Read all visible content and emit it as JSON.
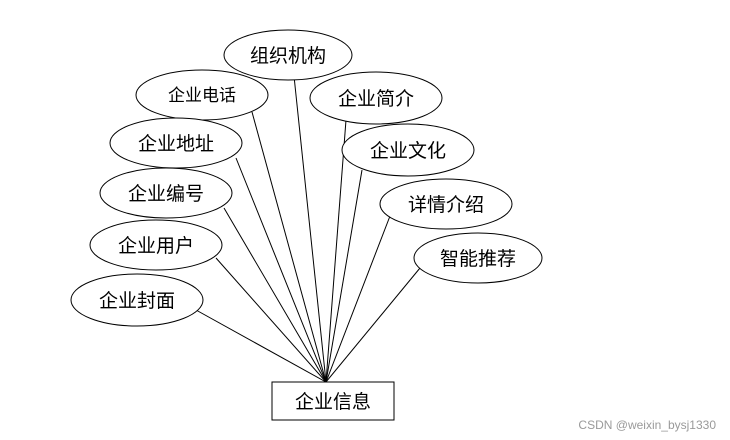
{
  "entity": {
    "label": "企业信息"
  },
  "attributes": [
    {
      "id": "org",
      "label": "组织机构"
    },
    {
      "id": "phone",
      "label": "企业电话"
    },
    {
      "id": "intro",
      "label": "企业简介"
    },
    {
      "id": "address",
      "label": "企业地址"
    },
    {
      "id": "culture",
      "label": "企业文化"
    },
    {
      "id": "number",
      "label": "企业编号"
    },
    {
      "id": "details",
      "label": "详情介绍"
    },
    {
      "id": "user",
      "label": "企业用户"
    },
    {
      "id": "recommend",
      "label": "智能推荐"
    },
    {
      "id": "cover",
      "label": "企业封面"
    }
  ],
  "watermark": "CSDN @weixin_bysj1330"
}
